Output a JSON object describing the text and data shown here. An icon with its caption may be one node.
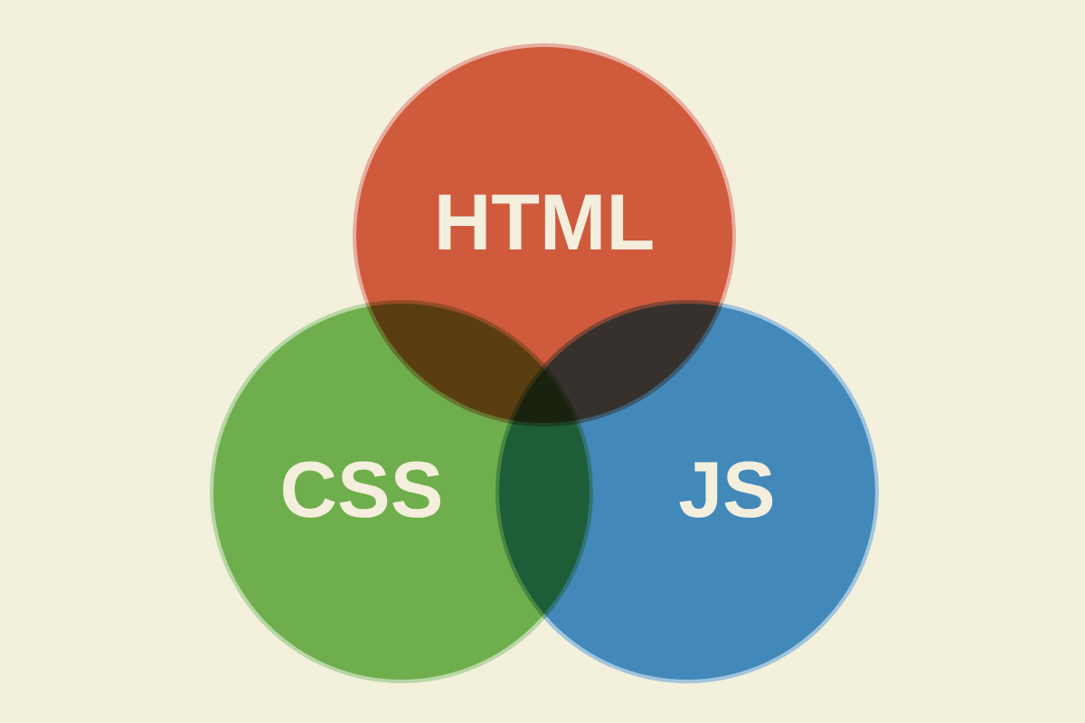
{
  "diagram": {
    "nodes": [
      {
        "text": [
          "HTML"
        ]
      },
      {
        "text": [
          "CSS"
        ]
      },
      {
        "text": [
          "JS"
        ]
      }
    ]
  }
}
